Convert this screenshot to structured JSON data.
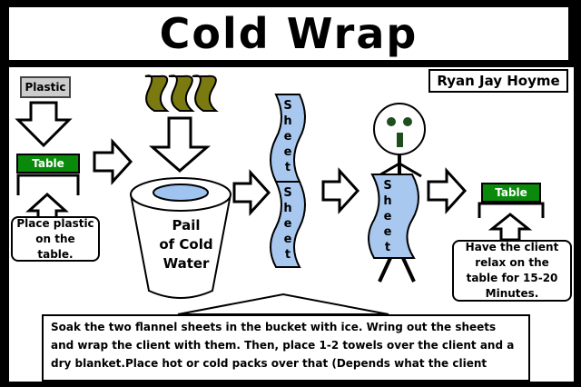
{
  "title": "Cold Wrap",
  "author": "Ryan Jay Hoyme",
  "labels": {
    "plastic": "Plastic",
    "table_left": "Table",
    "table_right": "Table",
    "pail": "Pail of Cold Water"
  },
  "sheet_words": {
    "sheet_1": "Sheet",
    "sheet_2": "Sheet",
    "sheet_client": "Sheet"
  },
  "notes": {
    "place_plastic": "Place plastic on the table.",
    "relax": "Have the client relax on the table for 15-20 Minutes."
  },
  "instructions": "Soak the two flannel sheets in the bucket with ice. Wring out the sheets and wrap the client with them. Then, place 1-2 towels over the client and a dry blanket.Place hot or cold packs over that (Depends what the client",
  "colors": {
    "table_green": "#0a8a0a",
    "sheet_blue": "#a9c8f0",
    "towel_olive": "#7a7a10",
    "water_blue": "#9fc4ef",
    "plastic_gray": "#cccccc"
  }
}
